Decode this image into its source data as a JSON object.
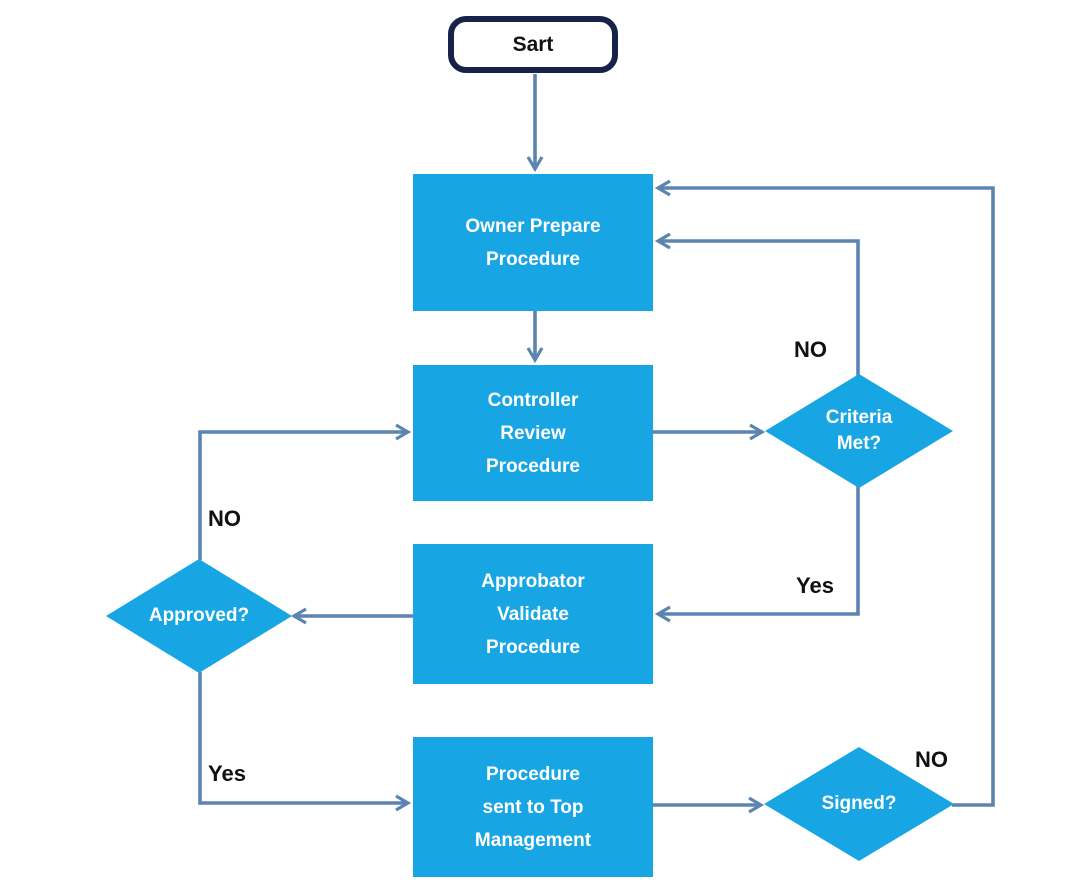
{
  "colors": {
    "node_fill": "#17A6E3",
    "connector": "#5B84B0",
    "start_border": "#17224B",
    "node_text": "#FFFFFF",
    "label_text": "#111111"
  },
  "nodes": {
    "start": {
      "label": "Sart"
    },
    "owner": {
      "line1": "Owner Prepare",
      "line2": "Procedure"
    },
    "controller": {
      "line1": "Controller",
      "line2": "Review",
      "line3": "Procedure"
    },
    "approbator": {
      "line1": "Approbator",
      "line2": "Validate",
      "line3": "Procedure"
    },
    "management": {
      "line1": "Procedure",
      "line2": "sent to Top",
      "line3": "Management"
    },
    "criteria": {
      "line1": "Criteria",
      "line2": "Met?"
    },
    "approved": {
      "label": "Approved?"
    },
    "signed": {
      "label": "Signed?"
    }
  },
  "edge_labels": {
    "criteria_no": "NO",
    "criteria_yes": "Yes",
    "approved_no": "NO",
    "approved_yes": "Yes",
    "signed_no": "NO"
  }
}
